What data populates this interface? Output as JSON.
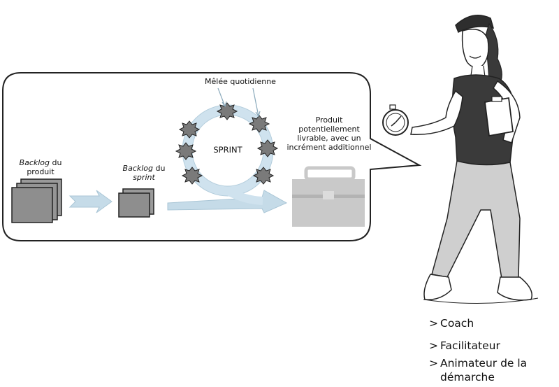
{
  "diagram": {
    "product_backlog": {
      "italic": "Backlog",
      "rest_line1": " du",
      "line2": "produit"
    },
    "sprint_backlog": {
      "italic_line1": "Backlog",
      "rest_line1": " du",
      "italic_line2": "sprint"
    },
    "daily_scrum": "Mêlée quotidienne",
    "sprint_label": "SPRINT",
    "increment": {
      "line1": "Produit",
      "line2": "potentiellement",
      "line3": "livrable, avec un",
      "line4": "incrément additionnel"
    }
  },
  "roles": [
    {
      "chevron": ">",
      "label": "Coach"
    },
    {
      "chevron": ">",
      "label": "Facilitateur"
    },
    {
      "chevron": ">",
      "label_line1": "Animateur de la",
      "label_line2": "démarche"
    }
  ],
  "colors": {
    "arrow_blue": "#c5dbe8",
    "loop_blue": "#cfe2ee",
    "doc_gray": "#8e8e8e",
    "toolbox_gray": "#c9c9c9",
    "burst_gray": "#7a7a7a",
    "outline": "#222222",
    "shirt": "#3a3a3a",
    "pants": "#cfcfcf"
  }
}
